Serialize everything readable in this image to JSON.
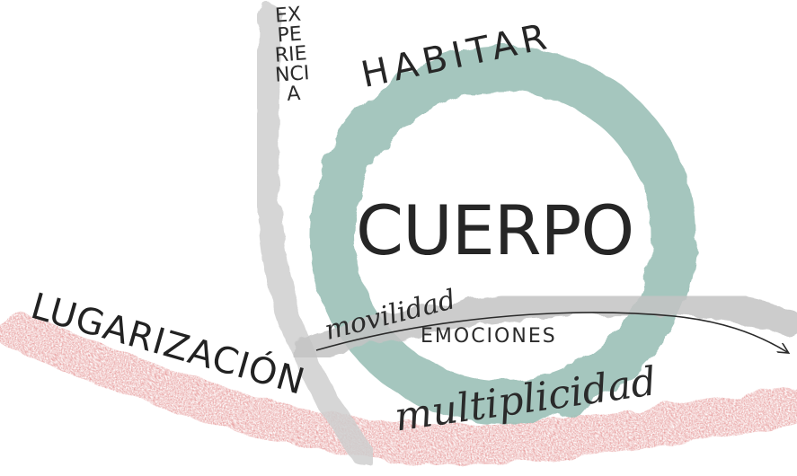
{
  "labels": {
    "center": "CUERPO",
    "ring": "HABITAR",
    "vertical_band": "EXPERIENCIA",
    "red_band": "LUGARIZACIÓN",
    "arrow_word": "movilidad",
    "under_arrow": "EMOCIONES",
    "bottom_word": "multiplicidad"
  },
  "colors": {
    "ring": "#9cc0b7",
    "vertical_band": "#cfcfcf",
    "red_band": "#d96a6a",
    "arrow_band": "#c4c4c4",
    "ink": "#2a2a2a"
  }
}
